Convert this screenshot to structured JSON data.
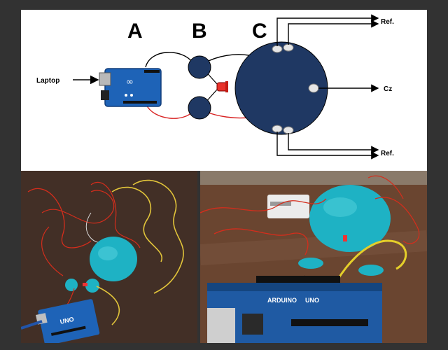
{
  "diagram": {
    "section_labels": [
      "A",
      "B",
      "C"
    ],
    "laptop_label": "Laptop",
    "ref_top_label": "Ref.",
    "cz_label": "Cz",
    "ref_bottom_label": "Ref."
  },
  "photos": {
    "board_print_left": "UNO",
    "board_print_right": "UNO",
    "board_brand": "ARDUINO"
  },
  "colors": {
    "board_blue": "#1e63b7",
    "electrode_navy": "#1f3863",
    "wire_red": "#d82222",
    "wire_black": "#000000",
    "dough_cyan": "#1eb2c4"
  }
}
